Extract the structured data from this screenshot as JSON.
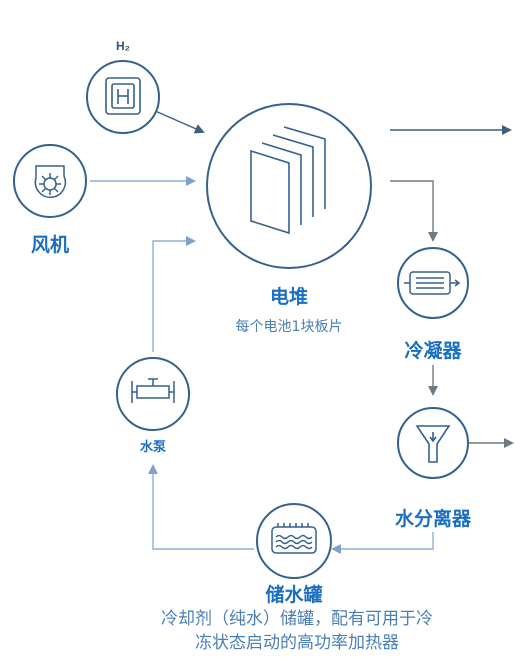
{
  "colors": {
    "stroke": "#35618c",
    "line": "#8fb0d2",
    "arrow_dark": "#3e5f80",
    "label": "#1a6fc0",
    "desc": "#4a7fb5"
  },
  "nodes": {
    "hydrogen": {
      "label": "H₂",
      "icon": "hydrogen-tank-icon"
    },
    "fan": {
      "label": "风机",
      "icon": "blower-fan-icon"
    },
    "stack": {
      "label": "电堆",
      "sublabel": "每个电池1块板片",
      "icon": "fuel-cell-plates-icon"
    },
    "condenser": {
      "label": "冷凝器",
      "icon": "heat-exchanger-icon"
    },
    "separator": {
      "label": "水分离器",
      "icon": "funnel-filter-icon"
    },
    "tank": {
      "label": "储水罐",
      "icon": "water-tank-icon"
    },
    "pump": {
      "label": "水泵",
      "icon": "pipe-pump-icon"
    }
  },
  "footer": {
    "line1": "冷却剂（纯水）储罐，配有可用于冷",
    "line2": "冻状态启动的高功率加热器"
  }
}
